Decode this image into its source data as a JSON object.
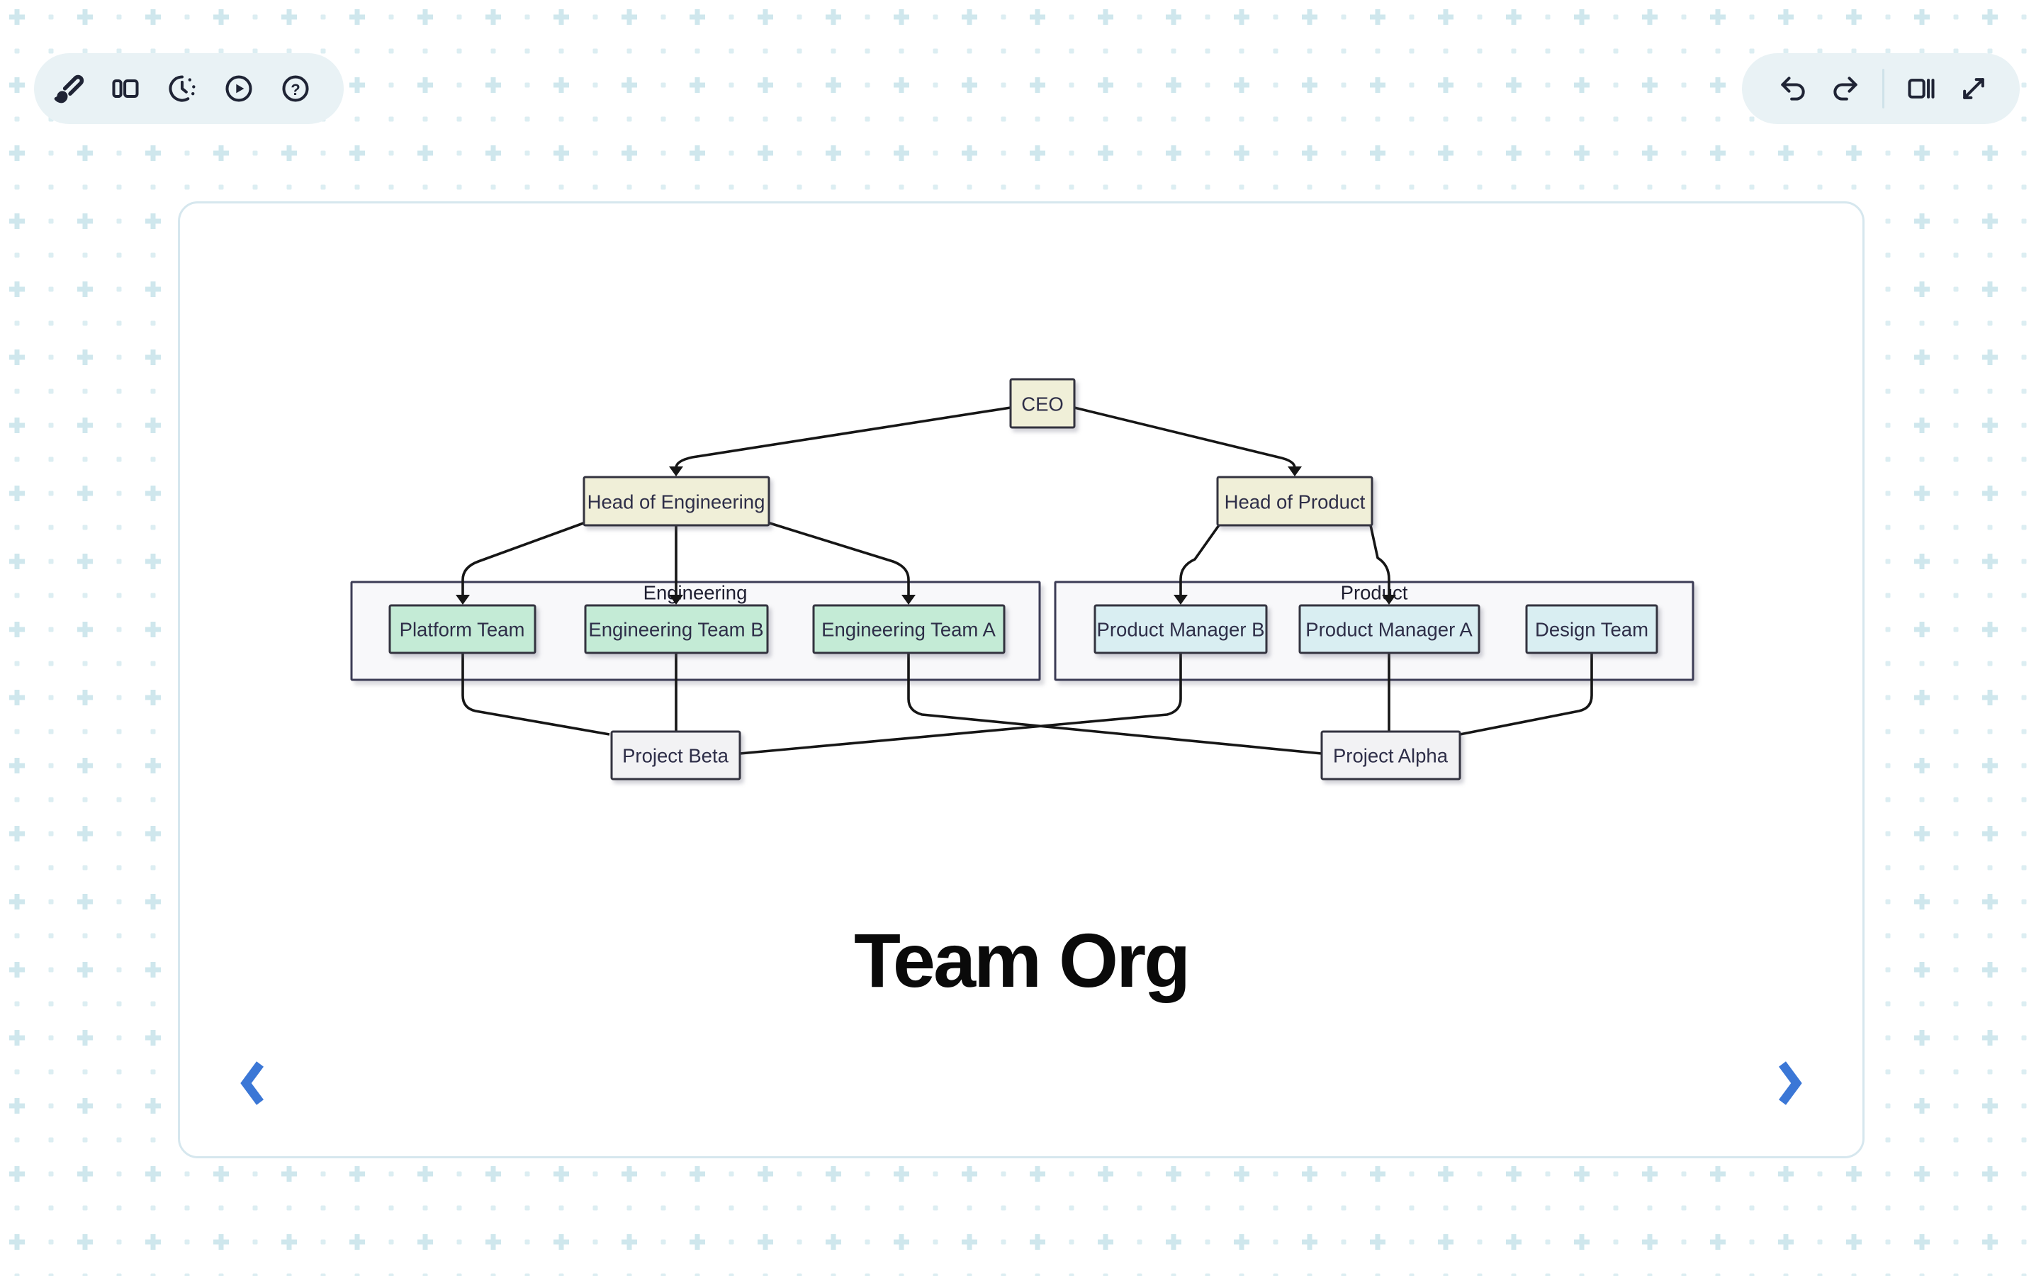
{
  "colors": {
    "accent": "#3b77d6",
    "icon": "#1f2435",
    "toolbar_bg": "#e9f2f5",
    "pattern_plus": "#cfe7ed",
    "pattern_dot": "#dceef2",
    "card_border": "#d6e7ee",
    "cluster_fill": "#f8f8fa",
    "cluster_border": "#3c3c55",
    "node_border": "#33333f",
    "yellow_node": "#f0efd8",
    "green_node": "#c4ebd6",
    "cyan_node": "#d9eef2",
    "gray_node": "#f2f2f4",
    "edge": "#161616",
    "node_text": "#2e2e48",
    "title_text": "#0a0a0a"
  },
  "toolbar_left": {
    "buttons": [
      {
        "id": "style",
        "icon": "brush-icon"
      },
      {
        "id": "layout",
        "icon": "panels-icon"
      },
      {
        "id": "history",
        "icon": "history-clock-icon"
      },
      {
        "id": "present",
        "icon": "play-icon"
      },
      {
        "id": "help",
        "icon": "help-icon",
        "glyph": "?"
      }
    ]
  },
  "toolbar_right": {
    "buttons": [
      {
        "id": "undo",
        "icon": "undo-icon"
      },
      {
        "id": "redo",
        "icon": "redo-icon"
      },
      {
        "id": "sidebar",
        "icon": "sidebar-toggle-icon"
      },
      {
        "id": "fullscreen",
        "icon": "expand-diagonal-icon"
      }
    ]
  },
  "slide": {
    "title": "Team Org",
    "diagram": {
      "type": "flowchart",
      "clusters": {
        "engineering": {
          "label": "Engineering"
        },
        "product": {
          "label": "Product"
        }
      },
      "nodes": {
        "ceo": {
          "label": "CEO",
          "style": "yellow"
        },
        "head_eng": {
          "label": "Head of Engineering",
          "style": "yellow"
        },
        "head_prod": {
          "label": "Head of Product",
          "style": "yellow"
        },
        "platform": {
          "label": "Platform Team",
          "style": "green",
          "cluster": "engineering"
        },
        "eng_b": {
          "label": "Engineering Team B",
          "style": "green",
          "cluster": "engineering"
        },
        "eng_a": {
          "label": "Engineering Team A",
          "style": "green",
          "cluster": "engineering"
        },
        "pm_b": {
          "label": "Product Manager B",
          "style": "cyan",
          "cluster": "product"
        },
        "pm_a": {
          "label": "Product Manager A",
          "style": "cyan",
          "cluster": "product"
        },
        "design": {
          "label": "Design Team",
          "style": "cyan",
          "cluster": "product"
        },
        "project_beta": {
          "label": "Project Beta",
          "style": "gray"
        },
        "project_alpha": {
          "label": "Project Alpha",
          "style": "gray"
        }
      },
      "edges": [
        {
          "from": "CEO",
          "to": "Head of Engineering",
          "arrow": true
        },
        {
          "from": "CEO",
          "to": "Head of Product",
          "arrow": true
        },
        {
          "from": "Head of Engineering",
          "to": "Platform Team",
          "arrow": true
        },
        {
          "from": "Head of Engineering",
          "to": "Engineering Team B",
          "arrow": true
        },
        {
          "from": "Head of Engineering",
          "to": "Engineering Team A",
          "arrow": true
        },
        {
          "from": "Head of Product",
          "to": "Product Manager B",
          "arrow": true
        },
        {
          "from": "Head of Product",
          "to": "Product Manager A",
          "arrow": true
        },
        {
          "from": "Platform Team",
          "to": "Project Beta",
          "arrow": false
        },
        {
          "from": "Engineering Team B",
          "to": "Project Beta",
          "arrow": false
        },
        {
          "from": "Engineering Team A",
          "to": "Project Alpha",
          "arrow": false
        },
        {
          "from": "Product Manager B",
          "to": "Project Beta",
          "arrow": false
        },
        {
          "from": "Product Manager A",
          "to": "Project Alpha",
          "arrow": false
        },
        {
          "from": "Design Team",
          "to": "Project Alpha",
          "arrow": false
        }
      ]
    }
  },
  "navigation": {
    "prev_icon": "chevron-left-icon",
    "next_icon": "chevron-right-icon"
  }
}
